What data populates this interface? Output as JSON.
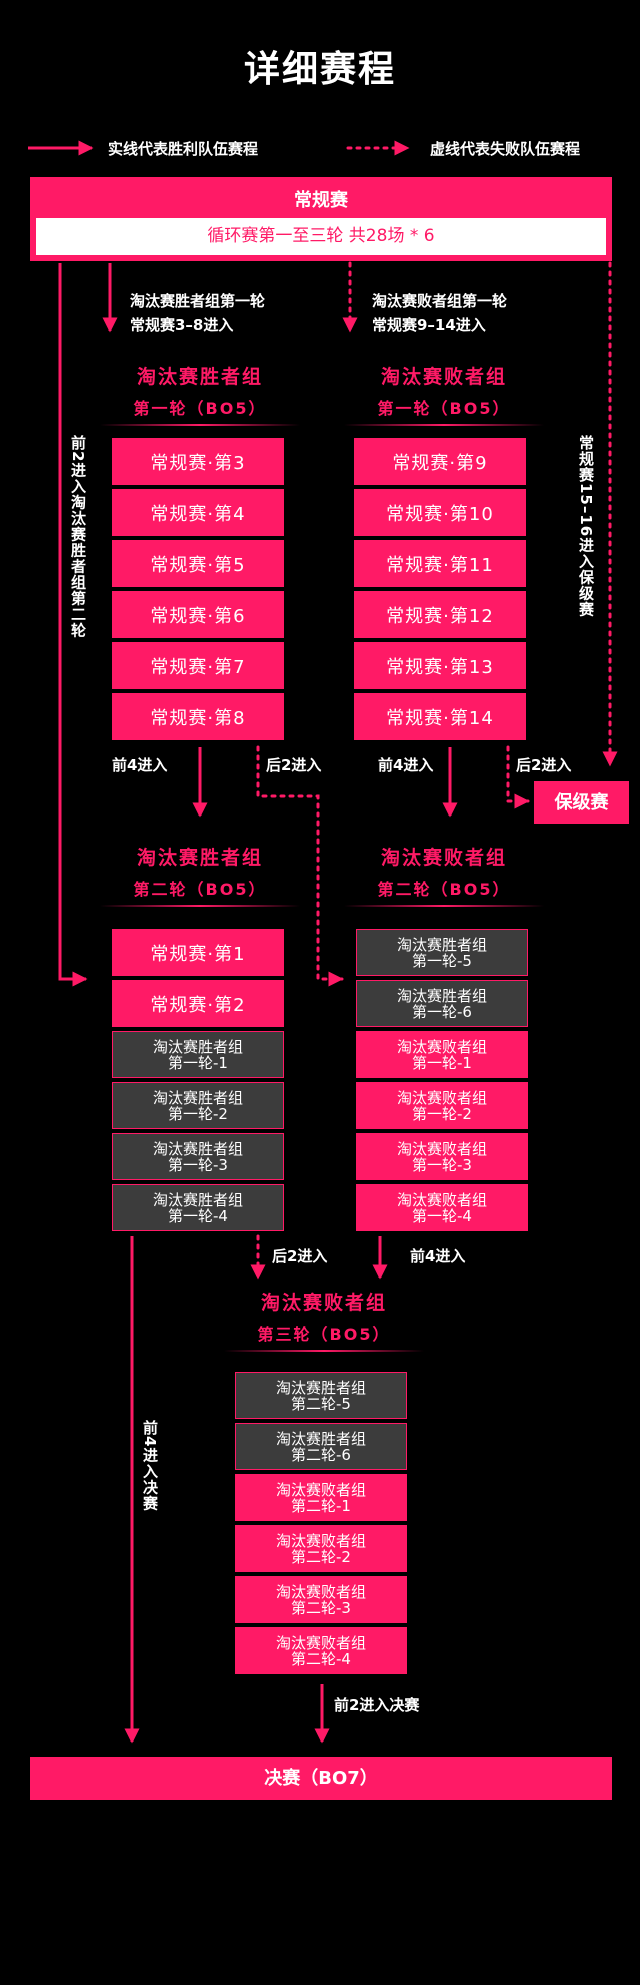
{
  "title": "详细赛程",
  "legend": {
    "solid": "实线代表胜利队伍赛程",
    "dotted": "虚线代表失败队伍赛程"
  },
  "regular": {
    "head": "常规赛",
    "body": "循环赛第一至三轮   共28场 * 6"
  },
  "notes": {
    "wb_r1": [
      "淘汰赛胜者组第一轮",
      "常规赛3–8进入"
    ],
    "lb_r1": [
      "淘汰赛败者组第一轮",
      "常规赛9–14进入"
    ],
    "top2": "前2进入淘汰赛胜者组第二轮",
    "bottom": "常规赛15–16进入保级赛"
  },
  "wb_r1": {
    "title": "淘汰赛胜者组",
    "sub": "第一轮（BO5）",
    "items": [
      "常规赛·第3",
      "常规赛·第4",
      "常规赛·第5",
      "常规赛·第6",
      "常规赛·第7",
      "常规赛·第8"
    ]
  },
  "lb_r1": {
    "title": "淘汰赛败者组",
    "sub": "第一轮（BO5）",
    "items": [
      "常规赛·第9",
      "常规赛·第10",
      "常规赛·第11",
      "常规赛·第12",
      "常规赛·第13",
      "常规赛·第14"
    ]
  },
  "flow1": {
    "wb_top4": "前4进入",
    "wb_bottom2": "后2进入",
    "lb_top4": "前4进入",
    "lb_bottom2": "后2进入",
    "promo": "保级赛"
  },
  "wb_r2": {
    "title": "淘汰赛胜者组",
    "sub": "第二轮（BO5）",
    "items": [
      {
        "a": "常规赛·第1"
      },
      {
        "a": "常规赛·第2"
      },
      {
        "a": "淘汰赛胜者组",
        "b": "第一轮-1"
      },
      {
        "a": "淘汰赛胜者组",
        "b": "第一轮-2"
      },
      {
        "a": "淘汰赛胜者组",
        "b": "第一轮-3"
      },
      {
        "a": "淘汰赛胜者组",
        "b": "第一轮-4"
      }
    ]
  },
  "lb_r2": {
    "title": "淘汰赛败者组",
    "sub": "第二轮（BO5）",
    "items": [
      {
        "a": "淘汰赛胜者组",
        "b": "第一轮-5"
      },
      {
        "a": "淘汰赛胜者组",
        "b": "第一轮-6"
      },
      {
        "a": "淘汰赛败者组",
        "b": "第一轮-1"
      },
      {
        "a": "淘汰赛败者组",
        "b": "第一轮-2"
      },
      {
        "a": "淘汰赛败者组",
        "b": "第一轮-3"
      },
      {
        "a": "淘汰赛败者组",
        "b": "第一轮-4"
      }
    ]
  },
  "flow2": {
    "bottom2": "后2进入",
    "top4": "前4进入",
    "wb_final": "前4进入决赛"
  },
  "lb_r3": {
    "title": "淘汰赛败者组",
    "sub": "第三轮（BO5）",
    "items": [
      {
        "a": "淘汰赛胜者组",
        "b": "第二轮-5"
      },
      {
        "a": "淘汰赛胜者组",
        "b": "第二轮-6"
      },
      {
        "a": "淘汰赛败者组",
        "b": "第二轮-1"
      },
      {
        "a": "淘汰赛败者组",
        "b": "第二轮-2"
      },
      {
        "a": "淘汰赛败者组",
        "b": "第二轮-3"
      },
      {
        "a": "淘汰赛败者组",
        "b": "第二轮-4"
      }
    ]
  },
  "flow3": {
    "top2_final": "前2进入决赛"
  },
  "final": "决赛（BO7）",
  "colors": {
    "accent": "#ff1a66",
    "grey": "#3c3c3c",
    "background": "#000000"
  }
}
